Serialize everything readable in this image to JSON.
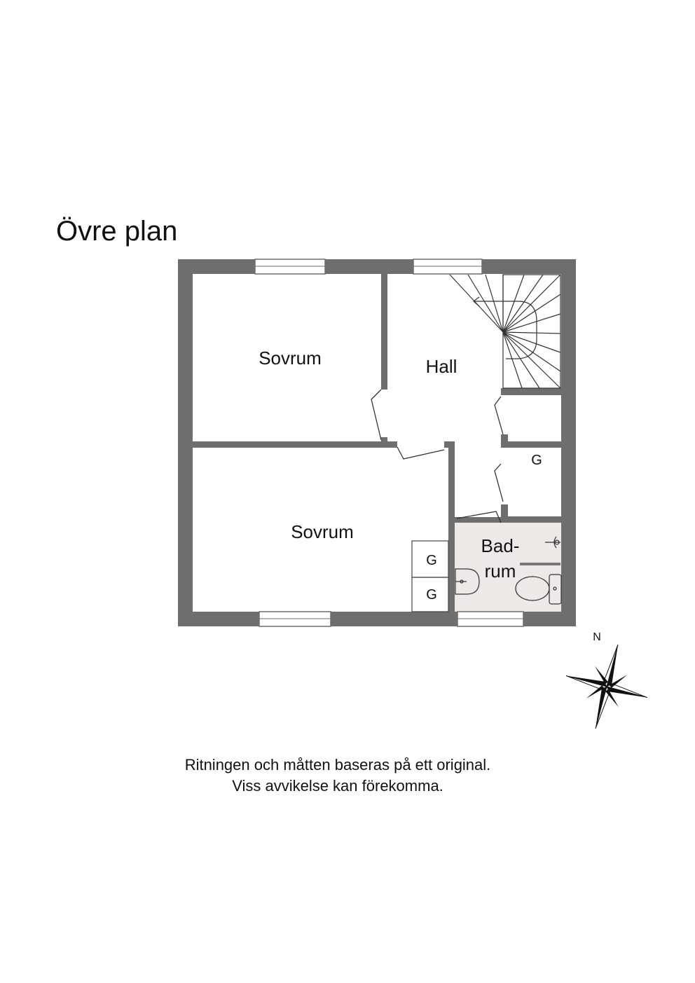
{
  "title": "Övre plan",
  "rooms": {
    "bedroom_1": "Sovrum",
    "hall": "Hall",
    "bedroom_2": "Sovrum",
    "bathroom_line1": "Bad-",
    "bathroom_line2": "rum"
  },
  "closets": {
    "hall_closet": "G",
    "bedroom_closet_top": "G",
    "bedroom_closet_bottom": "G"
  },
  "compass": {
    "north_label": "N"
  },
  "disclaimer": {
    "line1": "Ritningen och måtten baseras på ett original.",
    "line2": "Viss avvikelse kan förekomma."
  },
  "colors": {
    "wall": "#6e6e6e",
    "bathroom_floor": "#ece9e6",
    "text": "#111111"
  }
}
